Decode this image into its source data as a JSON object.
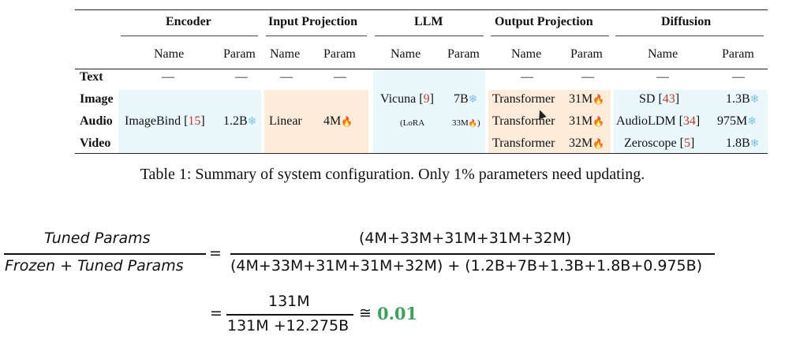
{
  "table": {
    "groups": [
      "Encoder",
      "Input Projection",
      "LLM",
      "Output Projection",
      "Diffusion"
    ],
    "sub_name": "Name",
    "sub_param": "Param",
    "row_labels": [
      "Text",
      "Image",
      "Audio",
      "Video"
    ],
    "dash": "—",
    "encoder": {
      "name": "ImageBind",
      "ref": "15",
      "param": "1.2B"
    },
    "input_projection": {
      "name": "Linear",
      "param": "4M"
    },
    "llm": {
      "name": "Vicuna",
      "ref": "9",
      "param": "7B",
      "lora_name": "(LoRA",
      "lora_param": "33M"
    },
    "output_projection": [
      {
        "name": "Transformer",
        "param": "31M"
      },
      {
        "name": "Transformer",
        "param": "31M"
      },
      {
        "name": "Transformer",
        "param": "32M"
      }
    ],
    "diffusion": [
      {
        "name": "SD",
        "ref": "43",
        "param": "1.3B"
      },
      {
        "name": "AudioLDM",
        "ref": "34",
        "param": "975M"
      },
      {
        "name": "Zeroscope",
        "ref": "5",
        "param": "1.8B"
      }
    ],
    "bracket_open": "[",
    "bracket_close": "]",
    "caption": "Table 1: Summary of system configuration. Only 1% parameters need updating."
  },
  "icons": {
    "frozen": "snowflake-icon",
    "tuned": "fire-icon"
  },
  "colors": {
    "blue_shade": "#eaf8fb",
    "peach_shade": "#fcecd9",
    "reference": "#c0392b",
    "result": "#3aa35a"
  },
  "equation": {
    "lhs_numerator": "Tuned Params",
    "lhs_denominator": "Frozen + Tuned Params",
    "equals": "=",
    "rhs_numerator": "(4M+33M+31M+31M+32M)",
    "rhs_denominator": "(4M+33M+31M+31M+32M) + (1.2B+7B+1.3B+1.8B+0.975B)",
    "line2_numerator": "131M",
    "line2_denominator": "131M +12.275B",
    "approx": "≅",
    "result": "0.01"
  }
}
